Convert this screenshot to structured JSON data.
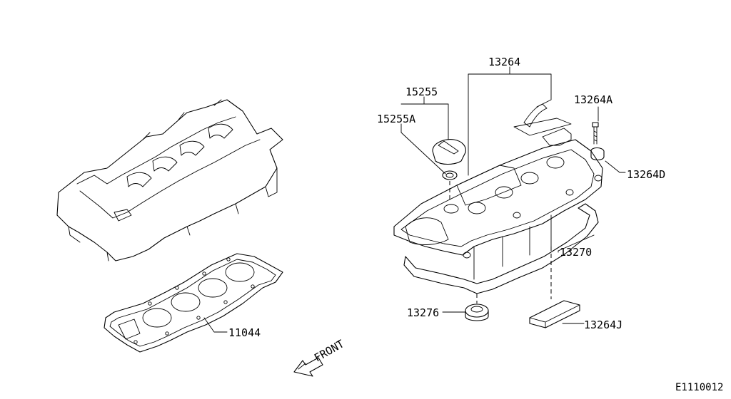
{
  "labels": {
    "p13264": "13264",
    "p15255": "15255",
    "p15255A": "15255A",
    "p13264A": "13264A",
    "p13264D": "13264D",
    "p13270": "13270",
    "p13276": "13276",
    "p13264J": "13264J",
    "p11044": "11044"
  },
  "front_label": "FRONT",
  "diagram_code": "E1110012"
}
